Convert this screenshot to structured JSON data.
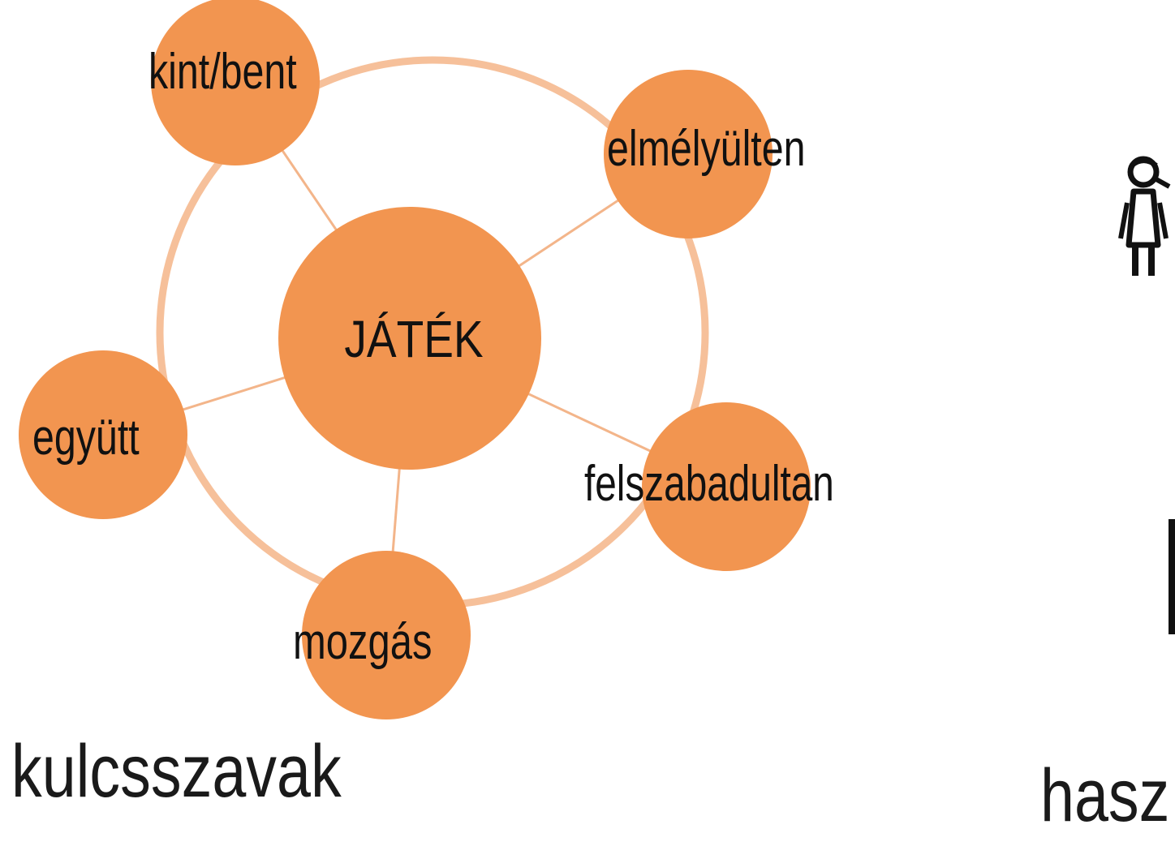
{
  "diagram": {
    "center": {
      "label": "JÁTÉK"
    },
    "nodes": [
      {
        "id": "kint-bent",
        "label": "kint/bent"
      },
      {
        "id": "elmelyulten",
        "label": "elmélyülten"
      },
      {
        "id": "felszabadultan",
        "label": "felszabadultan"
      },
      {
        "id": "mozgas",
        "label": "mozgás"
      },
      {
        "id": "egyutt",
        "label": "együtt"
      }
    ]
  },
  "captions": {
    "left": "kulcsszavak",
    "right": "hasz"
  },
  "colors": {
    "node_fill": "#f29550",
    "ring": "#f6c09a",
    "spoke": "#f3b58a",
    "text": "#111111"
  },
  "icons": {
    "person": "person-figure-icon"
  }
}
